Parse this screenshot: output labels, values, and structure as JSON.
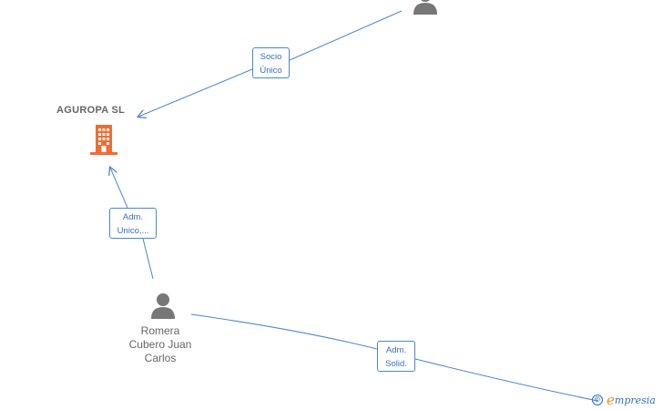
{
  "company": {
    "name": "AGUROPA  SL",
    "icon": "building-icon",
    "icon_color": "#f36b33"
  },
  "persons": [
    {
      "id": "top-person",
      "name": "",
      "icon": "person-icon"
    },
    {
      "id": "romera",
      "name_lines": [
        "Romera",
        "Cubero Juan",
        "Carlos"
      ],
      "icon": "person-icon"
    }
  ],
  "edges": {
    "socio": {
      "line1": "Socio",
      "line2": "Único"
    },
    "adm_unico": {
      "line1": "Adm.",
      "line2": "Unico,..."
    },
    "adm_solid": {
      "line1": "Adm.",
      "line2": "Solid."
    }
  },
  "brand": {
    "copyright": "©",
    "first_letter": "e",
    "rest": "mpresia"
  },
  "colors": {
    "edge": "#4a86d4",
    "person": "#777777",
    "text": "#666666"
  }
}
